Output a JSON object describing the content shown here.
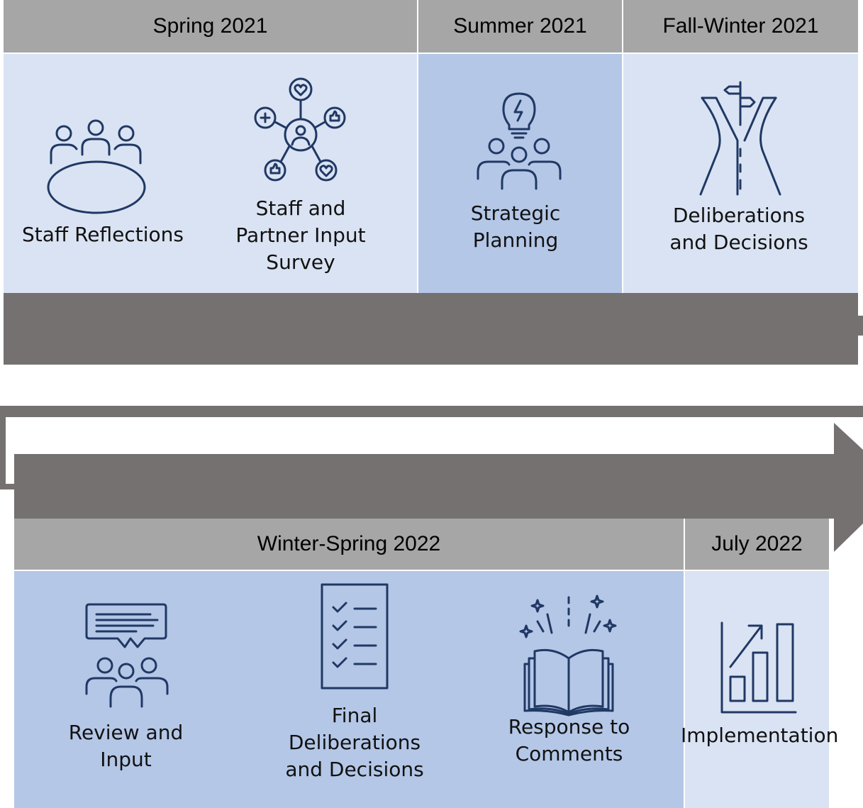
{
  "colors": {
    "header": "#a6a6a6",
    "light_cell": "#dae3f3",
    "mid_cell": "#b4c7e7",
    "arrow": "#757171",
    "icon_stroke": "#203864"
  },
  "row1": {
    "periods": [
      {
        "label": "Spring 2021"
      },
      {
        "label": "Summer 2021"
      },
      {
        "label": "Fall-Winter 2021"
      }
    ],
    "steps": [
      {
        "label": "Staff Reflections",
        "icon": "meeting-table-icon"
      },
      {
        "label": "Staff and\nPartner Input\nSurvey",
        "icon": "social-network-icon"
      },
      {
        "label": "Strategic\nPlanning",
        "icon": "idea-team-icon"
      },
      {
        "label": "Deliberations\nand Decisions",
        "icon": "crossroads-icon"
      }
    ]
  },
  "row2": {
    "periods": [
      {
        "label": "Winter-Spring 2022"
      },
      {
        "label": "July 2022"
      }
    ],
    "steps": [
      {
        "label": "Review and\nInput",
        "icon": "team-feedback-icon"
      },
      {
        "label": "Final\nDeliberations\nand Decisions",
        "icon": "checklist-icon"
      },
      {
        "label": "Response to\nComments",
        "icon": "open-book-icon"
      },
      {
        "label": "Implementation",
        "icon": "growth-chart-icon"
      }
    ]
  }
}
